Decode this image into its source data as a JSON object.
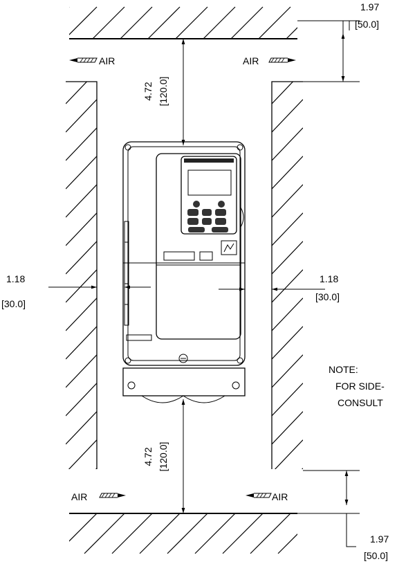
{
  "clearances": {
    "top": {
      "inch": "1.97",
      "mm": "[50.0]"
    },
    "top_gap": {
      "inch": "4.72",
      "mm": "[120.0]"
    },
    "left_side": {
      "inch": "1.18",
      "mm": "[30.0]"
    },
    "right_side": {
      "inch": "1.18",
      "mm": "[30.0]"
    },
    "bottom_gap": {
      "inch": "4.72",
      "mm": "[120.0]"
    },
    "bottom": {
      "inch": "1.97",
      "mm": "[50.0]"
    }
  },
  "air": {
    "top_left": "AIR",
    "top_right": "AIR",
    "bottom_left": "AIR",
    "bottom_right": "AIR"
  },
  "note": {
    "title": "NOTE:",
    "line1": "FOR SIDE-",
    "line2": "CONSULT"
  }
}
